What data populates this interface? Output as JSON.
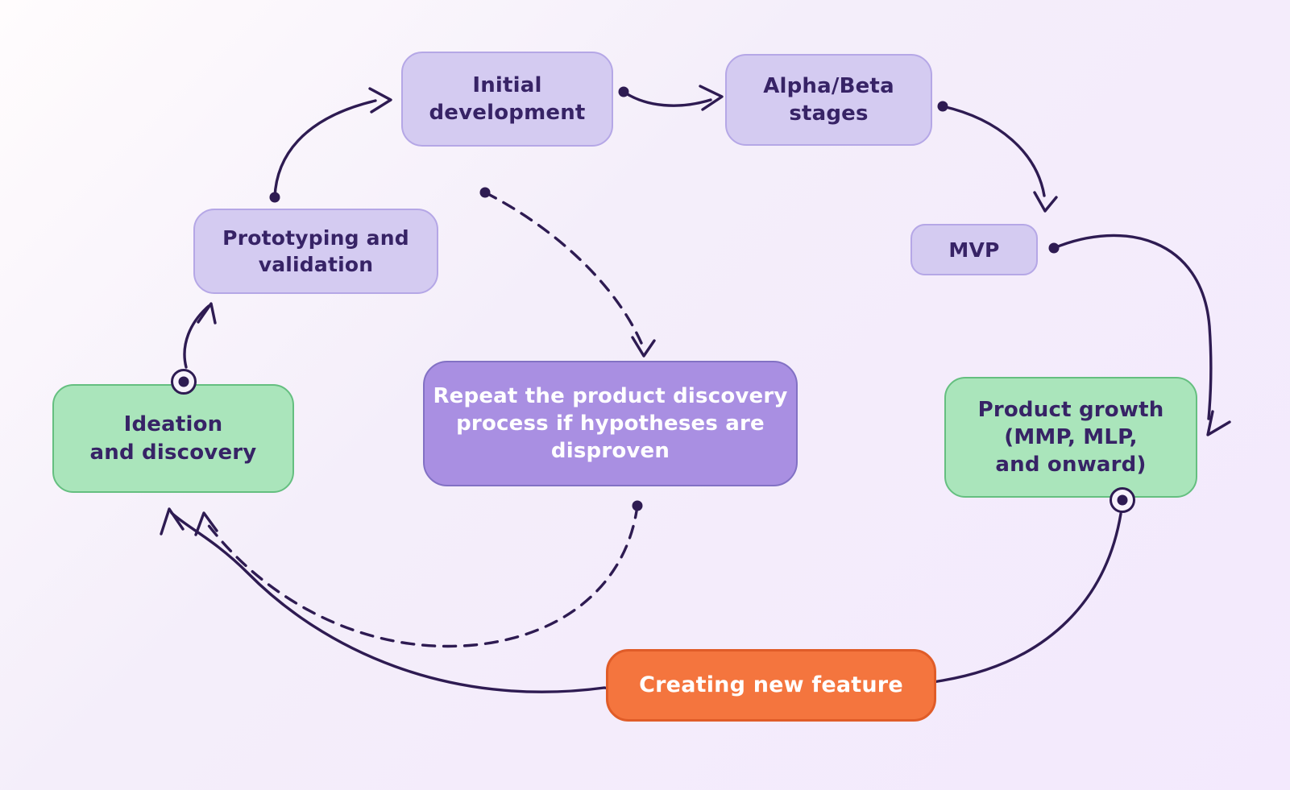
{
  "diagram": {
    "type": "flowchart",
    "nodes": {
      "ideation": {
        "label": "Ideation\nand discovery",
        "fill": "#aae5bb",
        "border": "#65bf80",
        "text_color": "#372366"
      },
      "prototyping": {
        "label": "Prototyping and\nvalidation",
        "fill": "#d4cbf1",
        "border": "#b5a7e6",
        "text_color": "#372366"
      },
      "initial_development": {
        "label": "Initial\ndevelopment",
        "fill": "#d4cbf1",
        "border": "#b5a7e6",
        "text_color": "#372366"
      },
      "alpha_beta": {
        "label": "Alpha/Beta\nstages",
        "fill": "#d4cbf1",
        "border": "#b5a7e6",
        "text_color": "#372366"
      },
      "mvp": {
        "label": "MVP",
        "fill": "#d4cbf1",
        "border": "#b5a7e6",
        "text_color": "#372366"
      },
      "product_growth": {
        "label": "Product growth\n(MMP, MLP,\nand onward)",
        "fill": "#aae5bb",
        "border": "#65bf80",
        "text_color": "#372366"
      },
      "repeat_note": {
        "label": "Repeat the product discovery\nprocess if hypotheses are\ndisproven",
        "fill": "#a98fe2",
        "border": "#8271c4",
        "text_color": "#ffffff"
      },
      "creating_new_feature": {
        "label": "Creating new feature",
        "fill": "#f4753e",
        "border": "#e05c28",
        "text_color": "#ffffff"
      }
    },
    "connections": [
      {
        "from": "ideation",
        "to": "prototyping",
        "style": "solid",
        "start_marker": "circle-dot",
        "end_marker": "arrowhead"
      },
      {
        "from": "prototyping",
        "to": "initial_development",
        "style": "solid",
        "start_marker": "dot",
        "end_marker": "arrowhead"
      },
      {
        "from": "initial_development",
        "to": "alpha_beta",
        "style": "solid",
        "start_marker": "dot",
        "end_marker": "arrowhead"
      },
      {
        "from": "alpha_beta",
        "to": "mvp",
        "style": "solid",
        "start_marker": "dot",
        "end_marker": "arrowhead"
      },
      {
        "from": "mvp",
        "to": "product_growth",
        "style": "solid",
        "start_marker": "dot",
        "end_marker": "arrowhead"
      },
      {
        "from": "initial_development",
        "to": "repeat_note",
        "style": "dashed",
        "start_marker": "dot",
        "end_marker": "arrowhead"
      },
      {
        "from": "repeat_note",
        "to": "ideation",
        "style": "dashed",
        "start_marker": "dot",
        "end_marker": "arrowhead"
      },
      {
        "from": "product_growth",
        "to": "ideation",
        "style": "solid",
        "start_marker": "circle-dot",
        "end_marker": "arrowhead",
        "passes_behind": "creating_new_feature"
      }
    ],
    "colors": {
      "arrow": "#2e1b52",
      "background_start": "#fffcfd",
      "background_end": "#f3e9fd"
    }
  }
}
